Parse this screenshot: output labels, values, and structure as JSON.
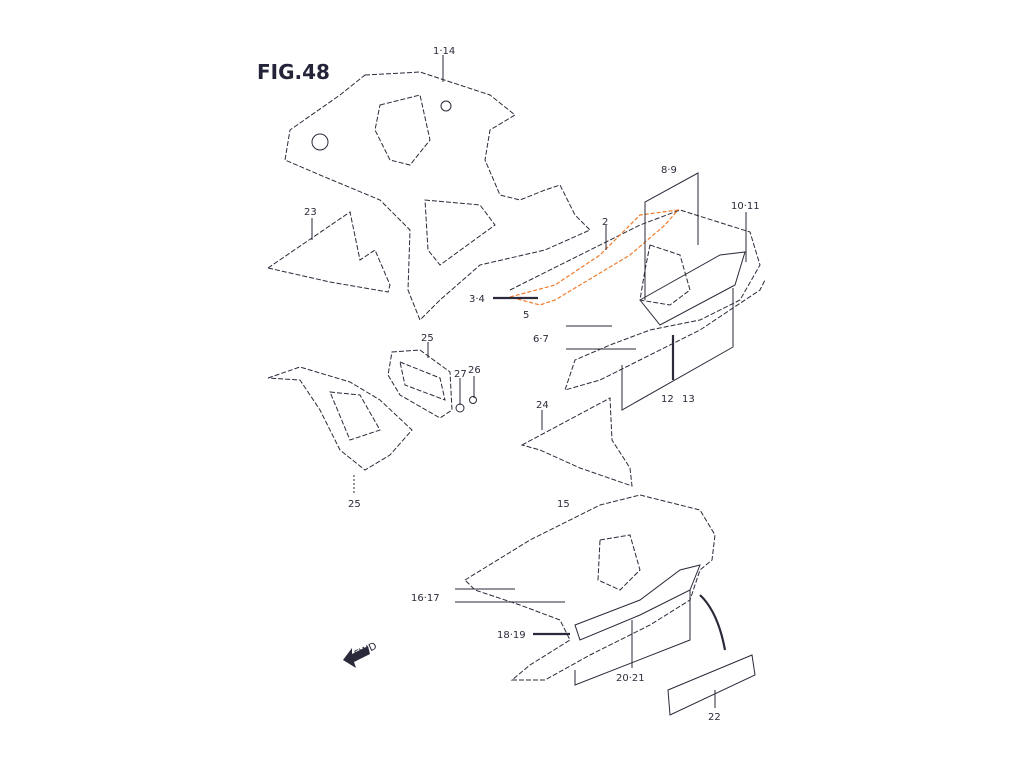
{
  "figure": {
    "title": "FIG.48"
  },
  "labels": {
    "l1_14": "1·14",
    "l23": "23",
    "l2": "2",
    "l8_9": "8·9",
    "l10_11": "10·11",
    "l3_4": "3·4",
    "l5": "5",
    "l6_7": "6·7",
    "l12": "12",
    "l13": "13",
    "l25a": "25",
    "l27": "27",
    "l26": "26",
    "l24": "24",
    "l25b": "25",
    "l15": "15",
    "l16_17": "16·17",
    "l18_19": "18·19",
    "l20_21": "20·21",
    "l22": "22",
    "fwd": "FWD"
  },
  "colors": {
    "line": "#2a2a3a",
    "highlight": "#f07a2a",
    "title": "#23233a"
  }
}
